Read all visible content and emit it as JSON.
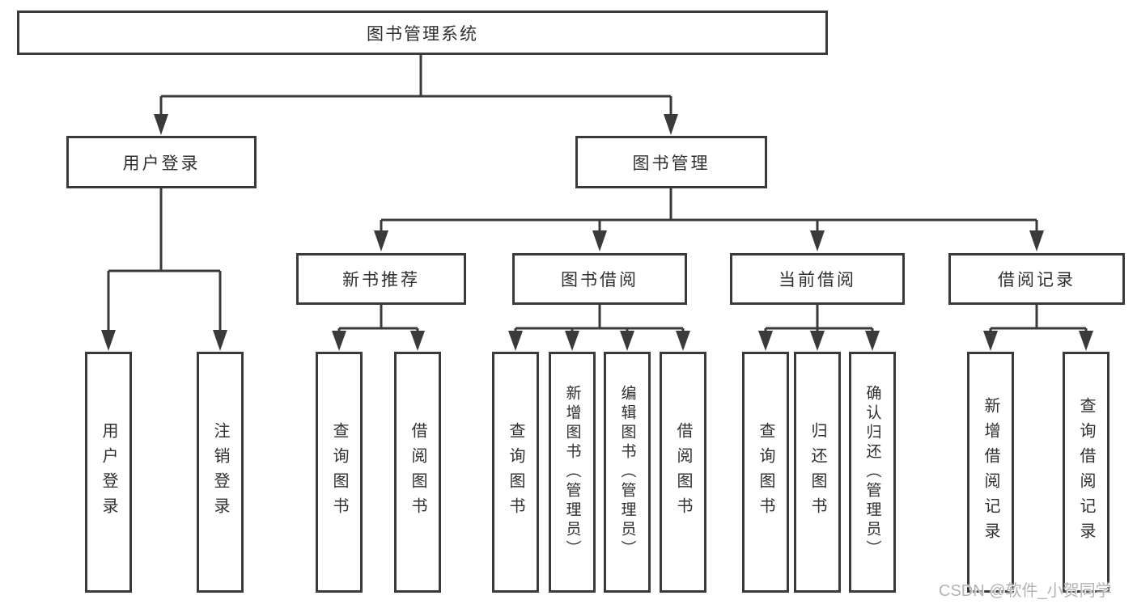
{
  "diagram": {
    "root": "图书管理系统",
    "branches": [
      {
        "label": "用户登录",
        "children": [
          "用户登录",
          "注销登录"
        ]
      },
      {
        "label": "图书管理",
        "sections": [
          {
            "label": "新书推荐",
            "children": [
              "查询图书",
              "借阅图书"
            ]
          },
          {
            "label": "图书借阅",
            "children": [
              "查询图书",
              "新增图书（管理员）",
              "编辑图书（管理员）",
              "借阅图书"
            ]
          },
          {
            "label": "当前借阅",
            "children": [
              "查询图书",
              "归还图书",
              "确认归还（管理员）"
            ]
          },
          {
            "label": "借阅记录",
            "children": [
              "新增借阅记录",
              "查询借阅记录"
            ]
          }
        ]
      }
    ]
  },
  "watermark": {
    "text": "CSDN @软件_小贺同学"
  },
  "colors": {
    "line": "#3a3a3a",
    "text": "#2f2f2f",
    "watermark": "#b3b3b3",
    "background": "#ffffff"
  }
}
